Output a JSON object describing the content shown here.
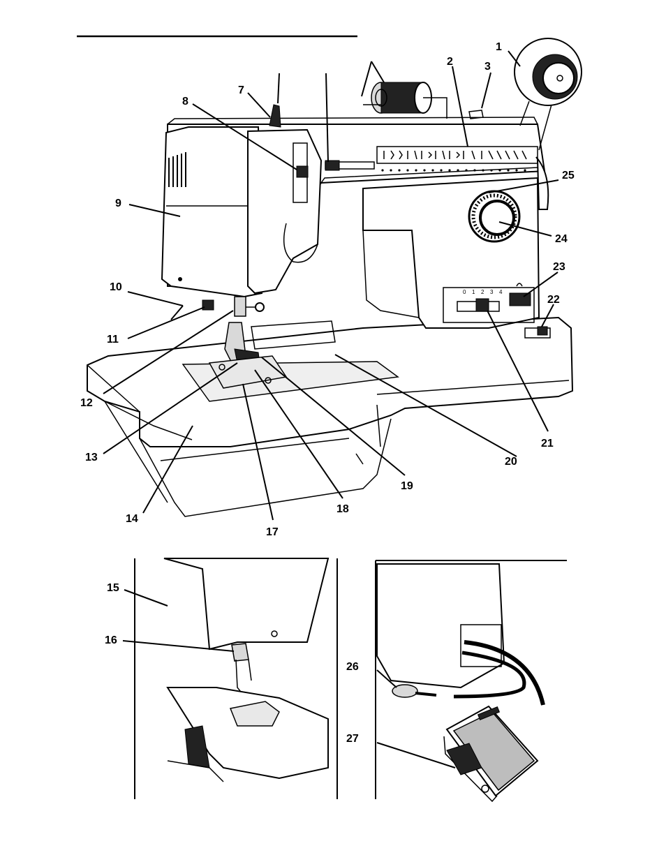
{
  "colors": {
    "ink": "#000000",
    "paper": "#ffffff",
    "shade": "#d9d9d9"
  },
  "callouts": [
    {
      "id": "1",
      "label": "1"
    },
    {
      "id": "2",
      "label": "2"
    },
    {
      "id": "3",
      "label": "3"
    },
    {
      "id": "7",
      "label": "7"
    },
    {
      "id": "8",
      "label": "8"
    },
    {
      "id": "9",
      "label": "9"
    },
    {
      "id": "10",
      "label": "10"
    },
    {
      "id": "11",
      "label": "11"
    },
    {
      "id": "12",
      "label": "12"
    },
    {
      "id": "13",
      "label": "13"
    },
    {
      "id": "14",
      "label": "14"
    },
    {
      "id": "15",
      "label": "15"
    },
    {
      "id": "16",
      "label": "16"
    },
    {
      "id": "17",
      "label": "17"
    },
    {
      "id": "18",
      "label": "18"
    },
    {
      "id": "19",
      "label": "19"
    },
    {
      "id": "20",
      "label": "20"
    },
    {
      "id": "21",
      "label": "21"
    },
    {
      "id": "22",
      "label": "22"
    },
    {
      "id": "23",
      "label": "23"
    },
    {
      "id": "24",
      "label": "24"
    },
    {
      "id": "25",
      "label": "25"
    },
    {
      "id": "26",
      "label": "26"
    },
    {
      "id": "27",
      "label": "27"
    }
  ],
  "dial_marks": [
    "0",
    "1",
    "2",
    "3",
    "4"
  ],
  "icons": [
    "sewing-machine",
    "thread-spool",
    "handwheel",
    "foot-pedal",
    "power-cord"
  ]
}
